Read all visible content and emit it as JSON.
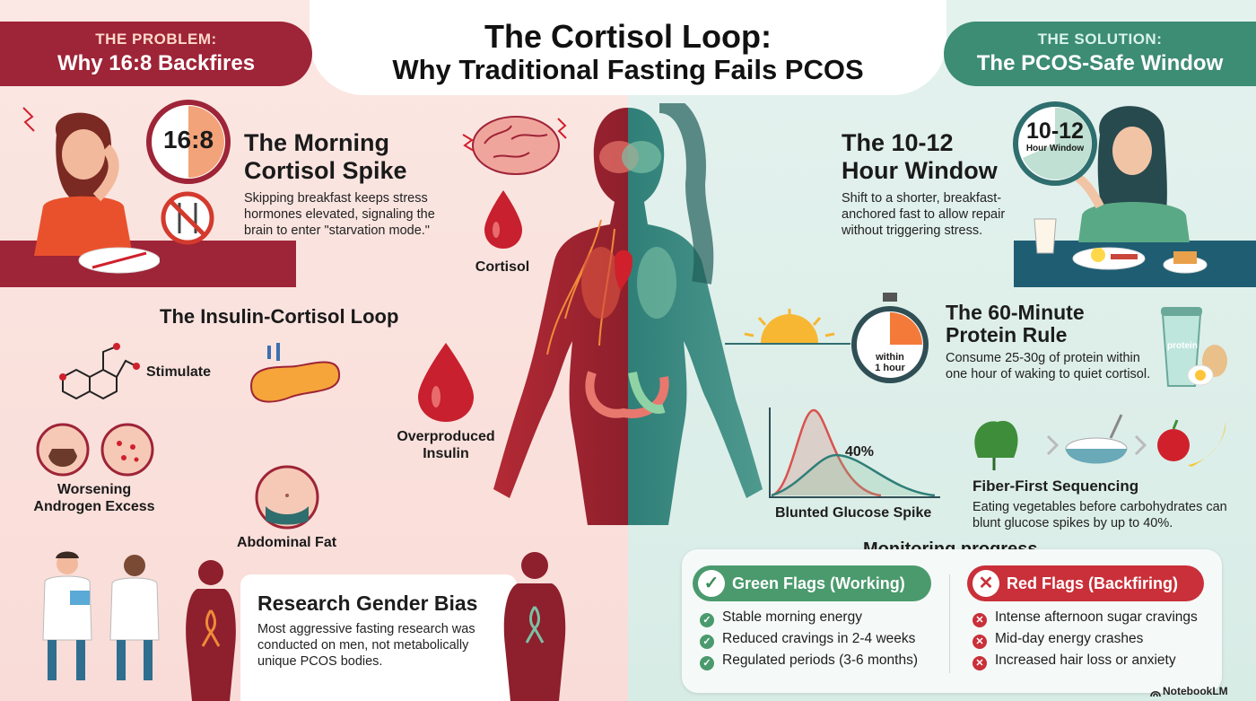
{
  "title": {
    "line1": "The Cortisol Loop:",
    "line2": "Why Traditional Fasting Fails PCOS"
  },
  "problem_banner": {
    "kicker": "THE PROBLEM:",
    "text": "Why 16:8 Backfires"
  },
  "solution_banner": {
    "kicker": "THE SOLUTION:",
    "text": "The PCOS-Safe Window"
  },
  "left": {
    "clock_label": "16:8",
    "morning": {
      "title_line1": "The Morning",
      "title_line2": "Cortisol Spike",
      "body": [
        "Skipping breakfast keeps stress",
        "hormones elevated, signaling the",
        "brain to enter \"starvation mode.\""
      ]
    },
    "cortisol_label": "Cortisol",
    "loop": {
      "title": "The Insulin-Cortisol Loop",
      "stimulate": "Stimulate",
      "androgen_line1": "Worsening",
      "androgen_line2": "Androgen Excess",
      "insulin_line1": "Overproduced",
      "insulin_line2": "Insulin",
      "fat": "Abdominal Fat"
    },
    "research": {
      "title": "Research Gender Bias",
      "body": [
        "Most aggressive fasting research was",
        "conducted on men, not metabolically",
        "unique PCOS bodies."
      ]
    }
  },
  "right": {
    "clock_label_big": "10-12",
    "clock_label_small": "Hour Window",
    "window": {
      "title_line1": "The 10-12",
      "title_line2": "Hour Window",
      "body": [
        "Shift to a shorter, breakfast-",
        "anchored fast to allow repair",
        "without triggering stress."
      ]
    },
    "stopwatch_line1": "within",
    "stopwatch_line2": "1 hour",
    "protein": {
      "title_line1": "The 60-Minute",
      "title_line2": "Protein Rule",
      "body": [
        "Consume 25-30g of protein within",
        "one hour of waking to quiet cortisol."
      ],
      "shake_label": "protein"
    },
    "glucose": {
      "percent": "40%",
      "label": "Blunted Glucose Spike"
    },
    "fiber": {
      "title": "Fiber-First Sequencing",
      "body": [
        "Eating vegetables before carbohydrates can",
        "blunt glucose spikes by up to 40%."
      ]
    },
    "monitoring": {
      "title": "Monitoring progress",
      "green_title": "Green Flags (Working)",
      "green_items": [
        "Stable morning energy",
        "Reduced cravings in 2-4 weeks",
        "Regulated periods (3-6 months)"
      ],
      "red_title": "Red Flags (Backfiring)",
      "red_items": [
        "Intense afternoon sugar cravings",
        "Mid-day energy crashes",
        "Increased hair loss or anxiety"
      ]
    }
  },
  "watermark": "NotebookLM",
  "colors": {
    "problem": "#9e2437",
    "solution": "#3d8c74",
    "green_flag": "#4a9a6d",
    "red_flag": "#c9303a"
  }
}
